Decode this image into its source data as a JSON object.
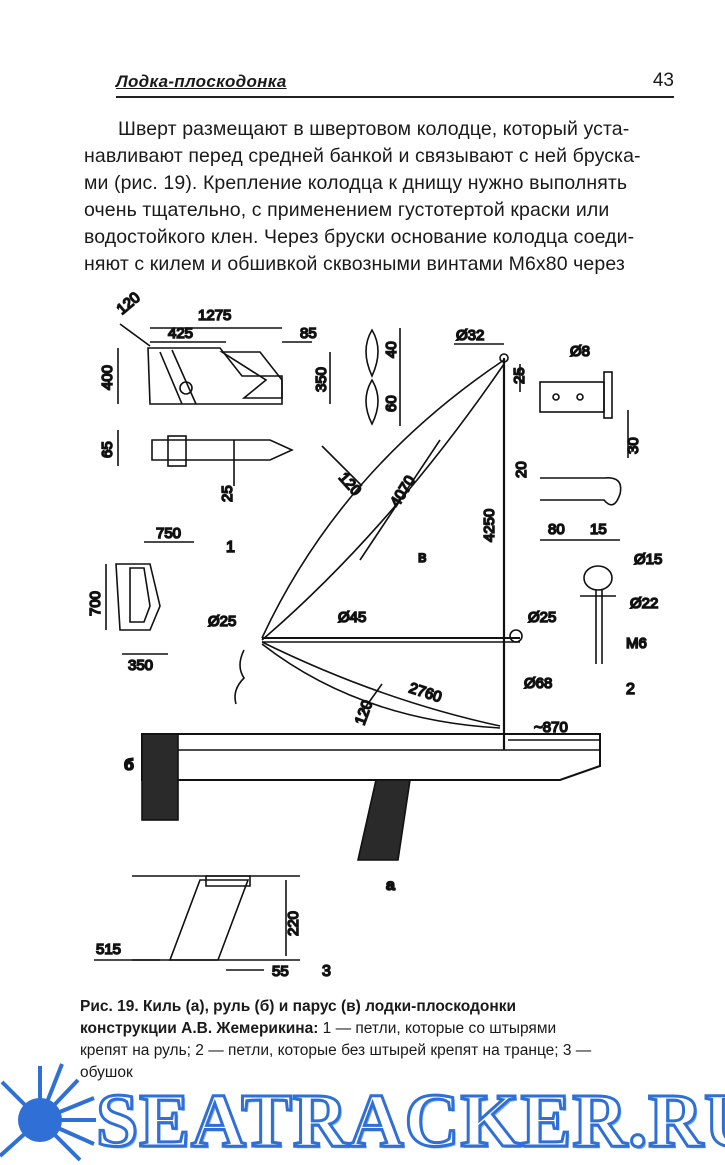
{
  "header": {
    "title": "Лодка-плоскодонка",
    "page_number": "43"
  },
  "body_lines": [
    "Шверт размещают в швертовом колодце, который уста-",
    "навливают перед средней банкой и связывают с ней бруска-",
    "ми (рис. 19). Крепление колодца к днищу нужно выполнять",
    "очень тщательно, с применением густотертой краски или",
    "водостойкого клен. Через бруски основание колодца соеди-",
    "няют с килем и обшивкой сквозными винтами М6х80 через"
  ],
  "figure": {
    "dimensions": {
      "d120_top": "120",
      "d1275": "1275",
      "d425": "425",
      "d85": "85",
      "d400": "400",
      "d350_keel": "350",
      "d65": "65",
      "d25_keel": "25",
      "d40": "40",
      "d60": "60",
      "d32": "Ø32",
      "d8": "Ø8",
      "d25_hinge": "25",
      "d30": "30",
      "d120_sail": "120",
      "d4070": "4070",
      "d4250": "4250",
      "d20": "20",
      "d80": "80",
      "d15": "15",
      "d750": "750",
      "d700": "700",
      "d350_rudder": "350",
      "d25_boom": "Ø25",
      "d45": "Ø45",
      "d25_right": "Ø25",
      "d15_ring": "Ø15",
      "d22": "Ø22",
      "m6": "М6",
      "d2760": "2760",
      "d68": "Ø68",
      "d120_lower": "120",
      "d870": "~870",
      "d220": "220",
      "d515": "515",
      "d55": "55"
    },
    "labels": {
      "one": "1",
      "two": "2",
      "three": "3",
      "a": "а",
      "b": "б",
      "v": "в"
    }
  },
  "caption": {
    "bold": "Рис. 19. Киль (а), руль (б) и парус (в) лодки-плоскодонки конструкции А.В. Жемерикина:",
    "line2_rest": " 1 — петли, которые со штырями",
    "line3": "крепят на руль; 2 — петли, которые без штырей крепят на транце; 3 —",
    "line4": "обушок",
    "bold_line1": "Рис. 19. Киль (а), руль (б) и парус (в) лодки-плоскодонки",
    "bold_line2": "конструкции А.В. Жемерикина:"
  },
  "watermark": {
    "text": "SEATRACKER.RU",
    "color": "#2f6fd6"
  }
}
